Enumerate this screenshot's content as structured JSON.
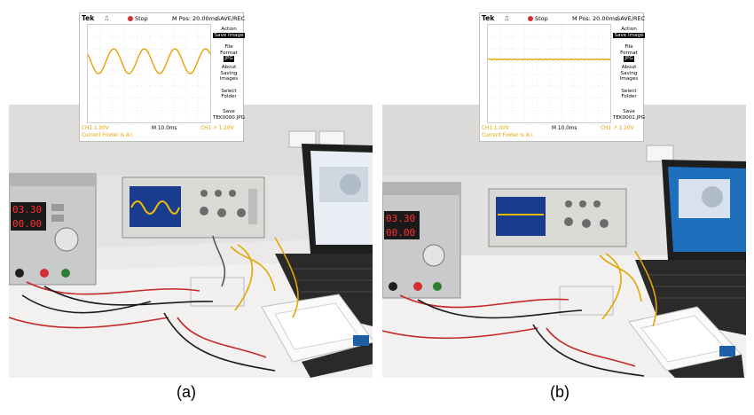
{
  "figure": {
    "captions": [
      "(a)",
      "(b)"
    ]
  },
  "scope_a": {
    "brand": "Tek",
    "state": "Stop",
    "mpos": "M Pos: 20.00ms",
    "menu_title": "SAVE/REC",
    "menu": [
      "Action",
      "Save Image",
      "File",
      "Format",
      "JPG",
      "About",
      "Saving",
      "Images",
      "Select",
      "Folder",
      "Save",
      "TEK0000.JPG"
    ],
    "ch1_scale": "CH1  1.00V",
    "timebase": "M 10.0ms",
    "trigger": "CH1 ↗ 1.20V",
    "folder": "Current Folder is A:\\",
    "waveform": "sine",
    "colors": {
      "trace": "#e6a200",
      "stop": "#d32f2f"
    }
  },
  "scope_b": {
    "brand": "Tek",
    "state": "Stop",
    "mpos": "M Pos: 20.00ms",
    "menu_title": "SAVE/REC",
    "menu": [
      "Action",
      "Save Image",
      "File",
      "Format",
      "JPG",
      "About",
      "Saving",
      "Images",
      "Select",
      "Folder",
      "Save",
      "TEK0001.JPG"
    ],
    "ch1_scale": "CH1  1.00V",
    "timebase": "M 10.0ms",
    "trigger": "CH1 ↗ 1.20V",
    "folder": "Current Folder is A:\\",
    "waveform": "flat",
    "colors": {
      "trace": "#e6a200",
      "stop": "#d32f2f"
    }
  },
  "photo_a": {
    "psu_display": [
      "03.30",
      "00.00"
    ]
  },
  "photo_b": {
    "psu_display": [
      "03.30",
      "00.00"
    ]
  }
}
